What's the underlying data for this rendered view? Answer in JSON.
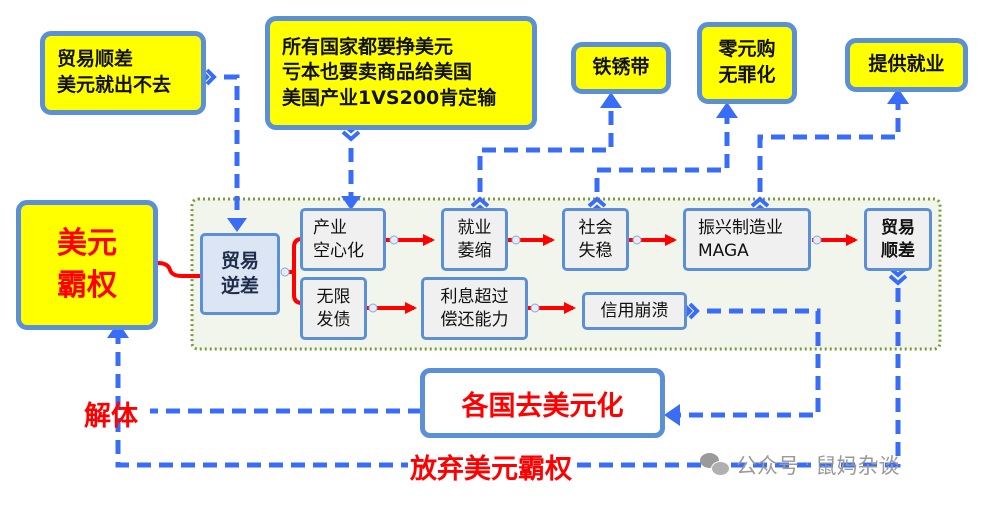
{
  "colors": {
    "box_fill": "#ffff00",
    "box_border": "#5b8fd6",
    "node_fill": "#f0f0f0",
    "group_fill": "#f2f5ec",
    "group_border": "#7a9a3a",
    "dashed_connector": "#3a6df7",
    "solid_connector": "#ff0000",
    "highlight_text": "#ff0000"
  },
  "callouts": {
    "trade_surplus": [
      "贸易顺差",
      "美元就出不去"
    ],
    "all_countries": [
      "所有国家都要挣美元",
      "亏本也要卖商品给美国",
      "美国产业1VS200肯定输"
    ],
    "rust_belt": [
      "铁锈带"
    ],
    "zero_yuan": [
      "零元购",
      "无罪化"
    ],
    "provide_jobs": [
      "提供就业"
    ]
  },
  "root": {
    "lines": [
      "美元",
      "霸权"
    ]
  },
  "group": {
    "trade_deficit": [
      "贸易",
      "逆差"
    ],
    "industry_hollowing": [
      "产业",
      "空心化"
    ],
    "jobs_shrink": [
      "就业",
      "萎缩"
    ],
    "social_unrest": [
      "社会",
      "失稳"
    ],
    "revive_mfg": [
      "振兴制造业",
      "MAGA"
    ],
    "trade_surplus_node": [
      "贸易",
      "顺差"
    ],
    "unlimited_debt": [
      "无限",
      "发债"
    ],
    "interest_exceeds": [
      "利息超过",
      "偿还能力"
    ],
    "credit_collapse": [
      "信用崩溃"
    ]
  },
  "dedollarization": "各国去美元化",
  "labels": {
    "disintegrate": "解体",
    "abandon": "放弃美元霸权"
  },
  "watermark": {
    "icon": "wechat-icon",
    "prefix": "公众号",
    "separator": "·",
    "name": "鼠妈杂谈"
  }
}
